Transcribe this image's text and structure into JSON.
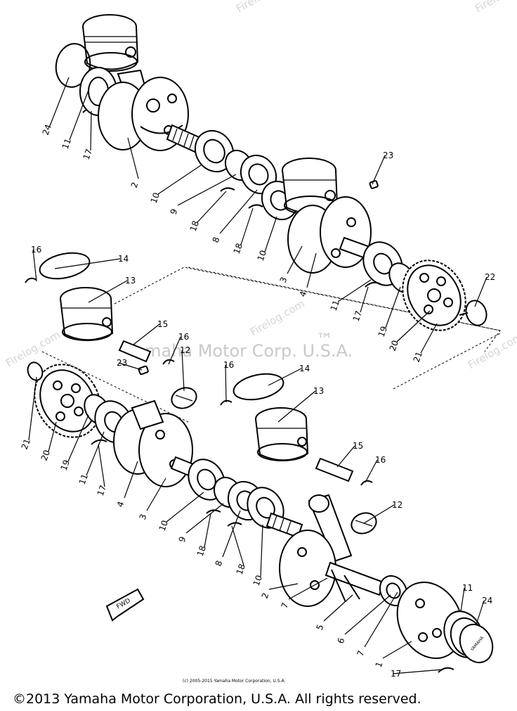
{
  "diagram": {
    "watermark_main": "Yamaha Motor Corp. U.S.A.",
    "watermark_brand": "Firelog.com",
    "watermark_registered": "™",
    "fwd_label": "FWD",
    "cap_label": "YAMAHA",
    "small_copyright": "(c) 2005-2015 Yamaha Motor Corporation, U.S.A.",
    "footer_copyright": "©2013 Yamaha Motor Corporation, U.S.A. All rights reserved."
  },
  "callouts": [
    "24",
    "11",
    "17",
    "2",
    "10",
    "9",
    "18",
    "8",
    "18",
    "10",
    "23",
    "3",
    "4",
    "11",
    "17",
    "19",
    "20",
    "21",
    "22",
    "16",
    "14",
    "13",
    "15",
    "16",
    "12",
    "23",
    "21",
    "20",
    "19",
    "11",
    "17",
    "4",
    "3",
    "10",
    "9",
    "18",
    "8",
    "18",
    "10",
    "16",
    "14",
    "13",
    "15",
    "16",
    "12",
    "2",
    "7",
    "5",
    "6",
    "7",
    "1",
    "11",
    "24",
    "17"
  ]
}
